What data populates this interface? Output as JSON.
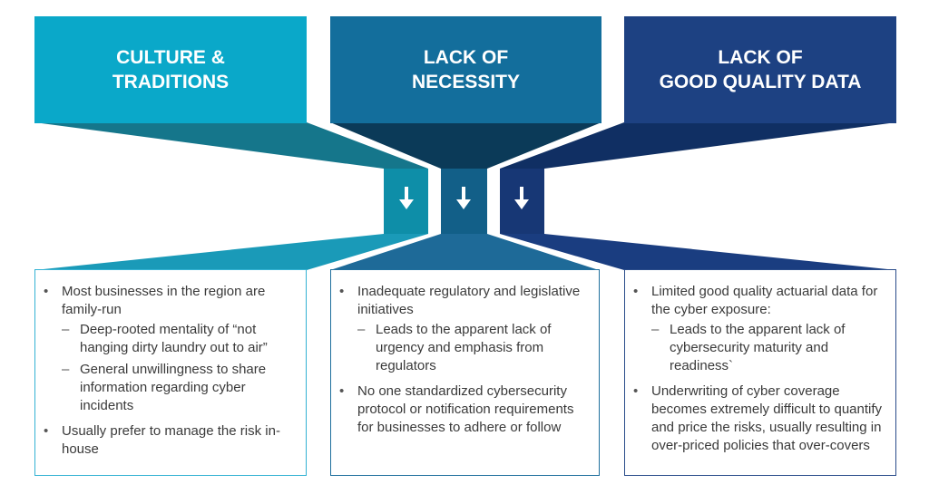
{
  "columns": [
    {
      "title": "CULTURE &\nTRADITIONS",
      "header_color": "#0aa8c9",
      "funnel_color": "#15768b",
      "box_border_color": "#33b2d3",
      "arrow_bg_color": "#0e8ea8",
      "arrow_icon": "arrow-down-icon",
      "arrow_glyph": "🡓",
      "bullets": [
        {
          "text": "Most businesses in the region are family-run",
          "subs": [
            "Deep-rooted mentality of “not hanging dirty laundry out to air”",
            "General unwillingness to share information regarding cyber incidents"
          ]
        },
        {
          "text": "Usually prefer to manage the risk in-house",
          "subs": []
        }
      ]
    },
    {
      "title": "LACK OF\nNECESSITY",
      "header_color": "#136e9c",
      "funnel_color": "#0b3a58",
      "box_border_color": "#1f6f9d",
      "arrow_bg_color": "#125f88",
      "arrow_icon": "arrow-down-icon",
      "arrow_glyph": "🡓",
      "bullets": [
        {
          "text": "Inadequate regulatory and legislative initiatives",
          "subs": [
            "Leads to the apparent lack of urgency and emphasis from regulators"
          ]
        },
        {
          "text": "No one standardized cybersecurity protocol or notification requirements for businesses to adhere or follow",
          "subs": []
        }
      ]
    },
    {
      "title": "LACK OF\nGOOD QUALITY DATA",
      "header_color": "#1d4182",
      "funnel_color": "#102f63",
      "box_border_color": "#2a4c8a",
      "arrow_bg_color": "#173775",
      "arrow_icon": "arrow-down-icon",
      "arrow_glyph": "🡓",
      "bullets": [
        {
          "text": "Limited good quality actuarial data for the cyber exposure:",
          "subs": [
            "Leads to the apparent lack of cybersecurity maturity and readiness`"
          ]
        },
        {
          "text": "Underwriting of cyber coverage becomes extremely difficult to quantify and price the risks, usually resulting in over-priced policies that over-covers",
          "subs": []
        }
      ]
    }
  ]
}
